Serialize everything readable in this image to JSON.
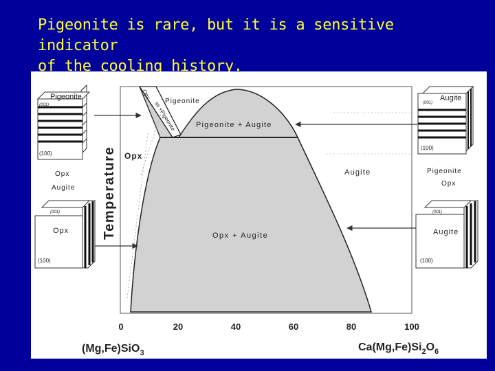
{
  "slide": {
    "title_line1": "Pigeonite is rare, but it is a sensitive indicator",
    "title_line2": "of the cooling history."
  },
  "diagram": {
    "y_axis_label": "Temperature",
    "x_ticks": [
      "0",
      "20",
      "40",
      "60",
      "80",
      "100"
    ],
    "x_left_formula": {
      "base": "(Mg,Fe)SiO",
      "sub": "3"
    },
    "x_right_formula": {
      "a": "Ca(Mg,Fe)Si",
      "sub1": "2",
      "b": "O",
      "sub2": "6"
    },
    "fields": {
      "pigeonite": "Pigeonite",
      "pigeonite_augite": "Pigeonite + Augite",
      "opx": "Opx",
      "augite": "Augite",
      "opx_augite": "Opx + Augite",
      "opx_ss_pig_1": "Opx",
      "opx_ss_pig_2": "ss +Pigeonite"
    },
    "crystals": {
      "top_left": {
        "mineral": "Pigeonite",
        "face_top": "(001)",
        "face_side": "(100)",
        "below1": "Opx",
        "below2": "Augite"
      },
      "bottom_left": {
        "mineral": "Opx",
        "face_top": "(001)",
        "face_side": "(100)"
      },
      "top_right": {
        "mineral": "Augite",
        "face_top": "(001)",
        "face_side": "(100)",
        "below1": "Pigeonite",
        "below2": "Opx"
      },
      "bottom_right": {
        "mineral": "Augite",
        "face_top": "(001)",
        "face_side": "(100)"
      }
    },
    "colors": {
      "field_fill": "#d2d2d2",
      "background": "#00009a",
      "title": "#ffff33"
    }
  }
}
